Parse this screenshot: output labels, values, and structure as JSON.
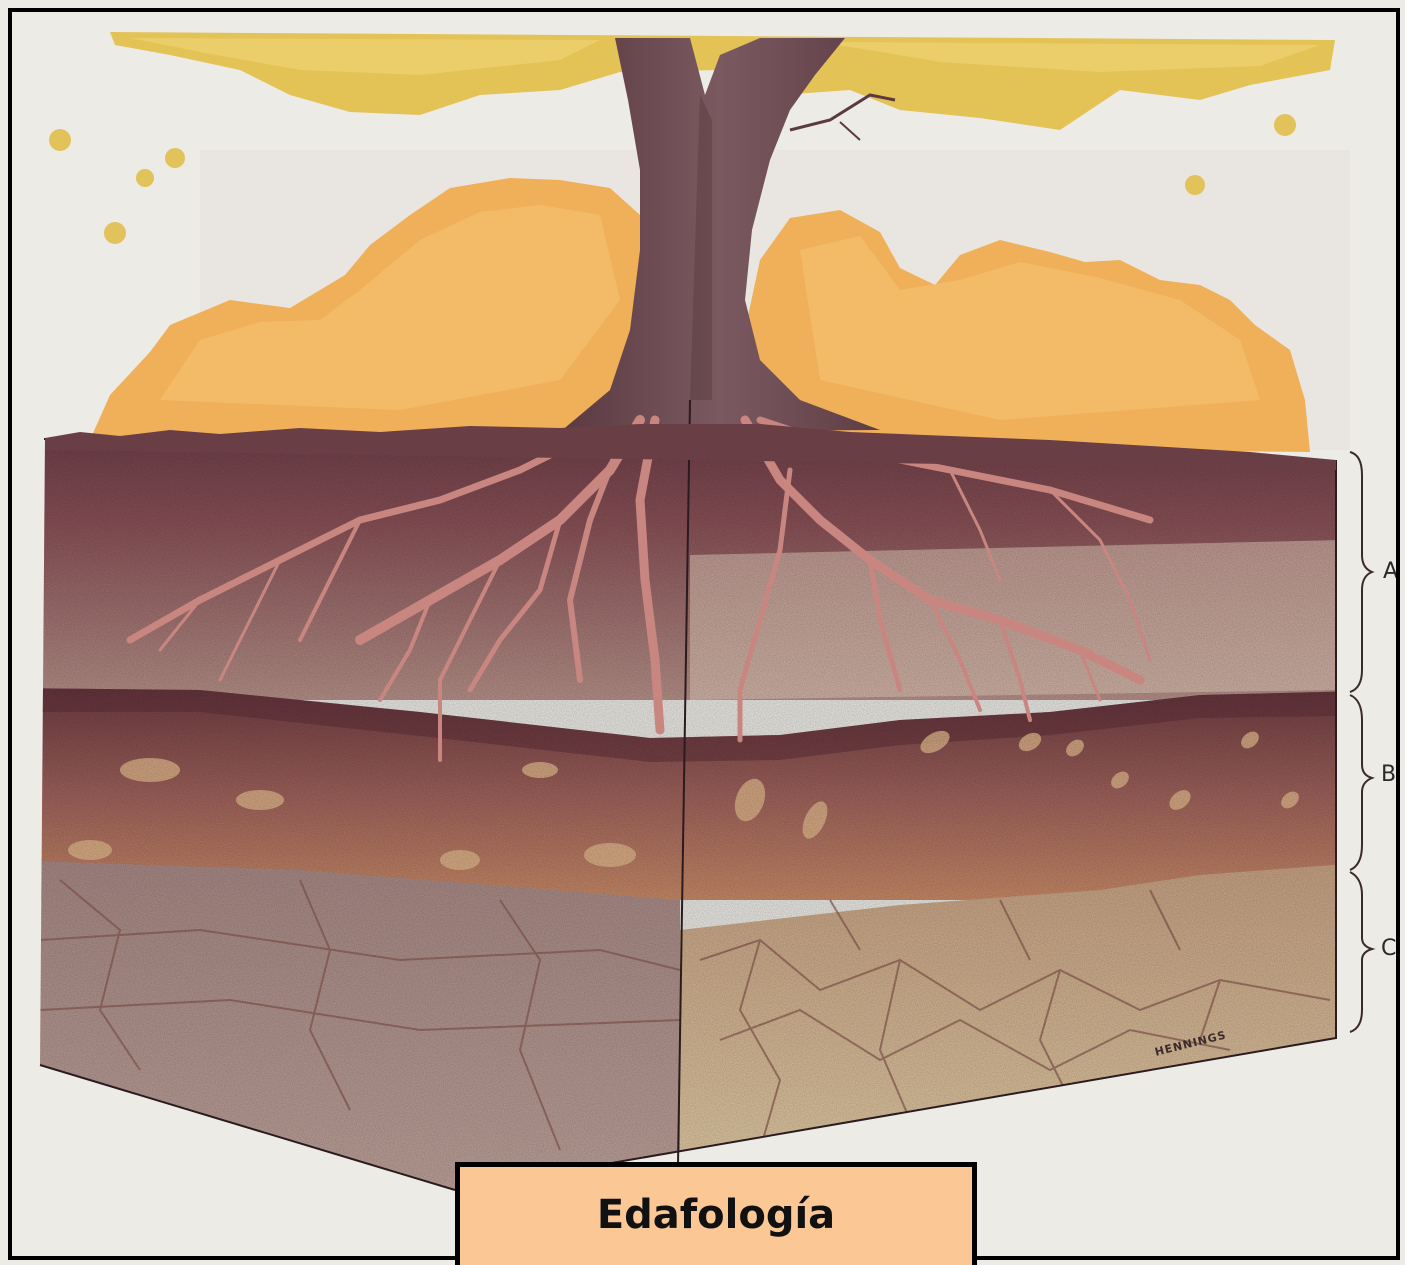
{
  "horizons": [
    {
      "label": "A"
    },
    {
      "label": "B"
    },
    {
      "label": "C"
    }
  ],
  "signature": "HENNINGS",
  "title": "Edafología",
  "colors": {
    "title_box_fill": "#fac795",
    "border": "#000000",
    "canopy": "#e8c45a",
    "litter": "#f0b25a",
    "trunk": "#6e4a50",
    "horizon_a": "#8e5a5e",
    "horizon_b": "#a26460",
    "horizon_c": "#c9b09a",
    "root": "#c47d78"
  }
}
